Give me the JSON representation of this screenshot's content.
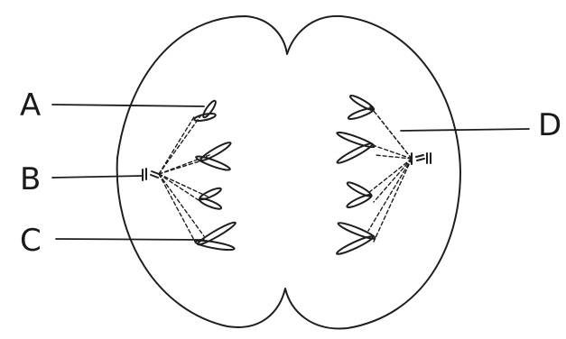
{
  "labels": {
    "a": "A",
    "b": "B",
    "c": "C",
    "d": "D"
  },
  "colors": {
    "ink": "#1e1e1e",
    "background": "#ffffff"
  }
}
